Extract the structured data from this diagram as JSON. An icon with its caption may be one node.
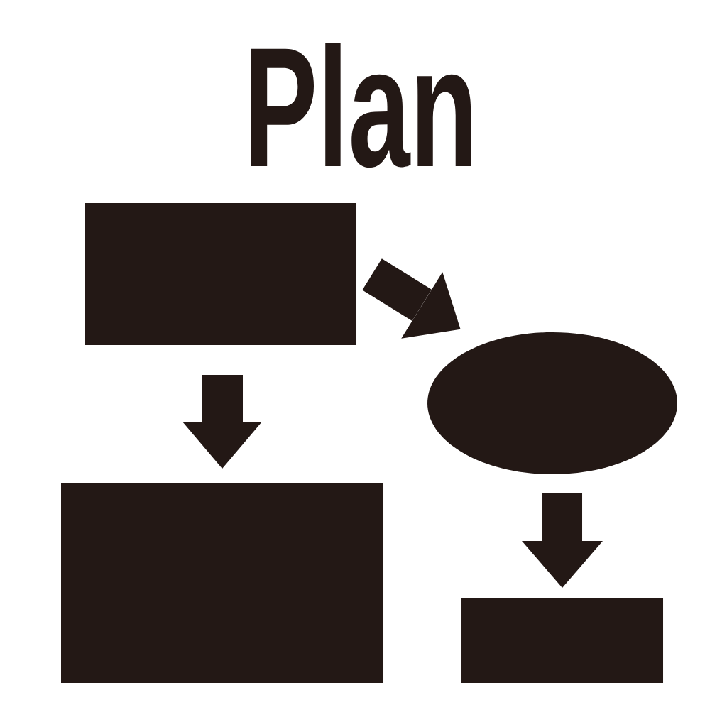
{
  "diagram": {
    "title": "Plan",
    "nodes": [
      {
        "text": [],
        "shape": "box"
      },
      {
        "text": [],
        "shape": "ellipse"
      },
      {
        "text": [],
        "shape": "box"
      },
      {
        "text": [],
        "shape": "box"
      }
    ],
    "edges": [
      {
        "from": 0,
        "to": 1,
        "arrow": "to"
      },
      {
        "from": 0,
        "to": 2,
        "arrow": "to"
      },
      {
        "from": 1,
        "to": 3,
        "arrow": "to"
      }
    ]
  }
}
